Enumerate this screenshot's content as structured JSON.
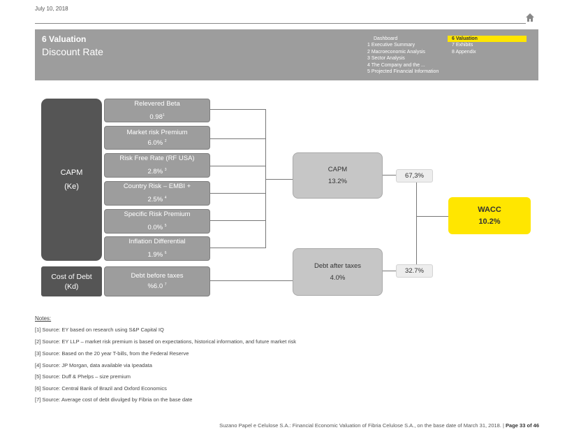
{
  "page": {
    "date": "July 10, 2018",
    "section_label": "6 Valuation",
    "section_title": "Discount Rate"
  },
  "nav": {
    "left": [
      "Dashboard",
      "1  Executive Summary",
      "2  Macroeconomic Analysis",
      "3  Sector Analysis",
      "4  The Company and the ...",
      "5  Projected Financial Information"
    ],
    "right": [
      "6  Valuation",
      "7  Exhibits",
      "8  Appendix"
    ],
    "active": "6  Valuation"
  },
  "diagram": {
    "capm_group": {
      "line1": "CAPM",
      "line2": "(Ke)"
    },
    "cost_of_debt_group": {
      "line1": "Cost of Debt",
      "line2": "(Kd)"
    },
    "inputs": [
      {
        "label": "Relevered Beta",
        "value": "0.98",
        "note": "1"
      },
      {
        "label": "Market risk Premium",
        "value": "6.0%",
        "note": "2"
      },
      {
        "label": "Risk Free Rate (RF USA)",
        "value": "2.8%",
        "note": "3"
      },
      {
        "label": "Country Risk – EMBI +",
        "value": "2.5%",
        "note": "4"
      },
      {
        "label": "Specific Risk Premium",
        "value": "0.0%",
        "note": "5"
      },
      {
        "label": "Inflation Differential",
        "value": "1.9%",
        "note": "6"
      }
    ],
    "debt_input": {
      "label": "Debt before taxes",
      "value": "%6.0",
      "note": "7"
    },
    "capm_result": {
      "label": "CAPM",
      "value": "13.2%"
    },
    "debt_result": {
      "label": "Debt after taxes",
      "value": "4.0%"
    },
    "capm_weight": "67,3%",
    "debt_weight": "32.7%",
    "wacc": {
      "label": "WACC",
      "value": "10.2%"
    }
  },
  "notes": {
    "title": "Notes:",
    "items": [
      "[1] Source:  EY based on research using S&P Capital IQ",
      "[2] Source:  EY LLP – market risk premium is based on expectations, historical information, and future market risk",
      "[3] Source:  Based on the 20 year T-bills, from the Federal Reserve",
      "[4] Source:  JP Morgan, data available via Ipeadata",
      "[5] Source:  Duff & Phelps – size premium",
      "[6] Source:  Central Bank of Brazil and Oxford Economics",
      "[7] Source:  Average cost of debt divulged by Fibria on the base date"
    ]
  },
  "footer": {
    "text": "Suzano Papel e Celulose S.A.: Financial Economic Valuation of Fibria Celulose S.A., on the base date of March 31, 2018. | ",
    "page": "Page 33 of 46"
  },
  "icons": {
    "home": "home-icon"
  },
  "colors": {
    "accent": "#ffe600",
    "header": "#9d9d9d",
    "dark_box": "#555555"
  }
}
